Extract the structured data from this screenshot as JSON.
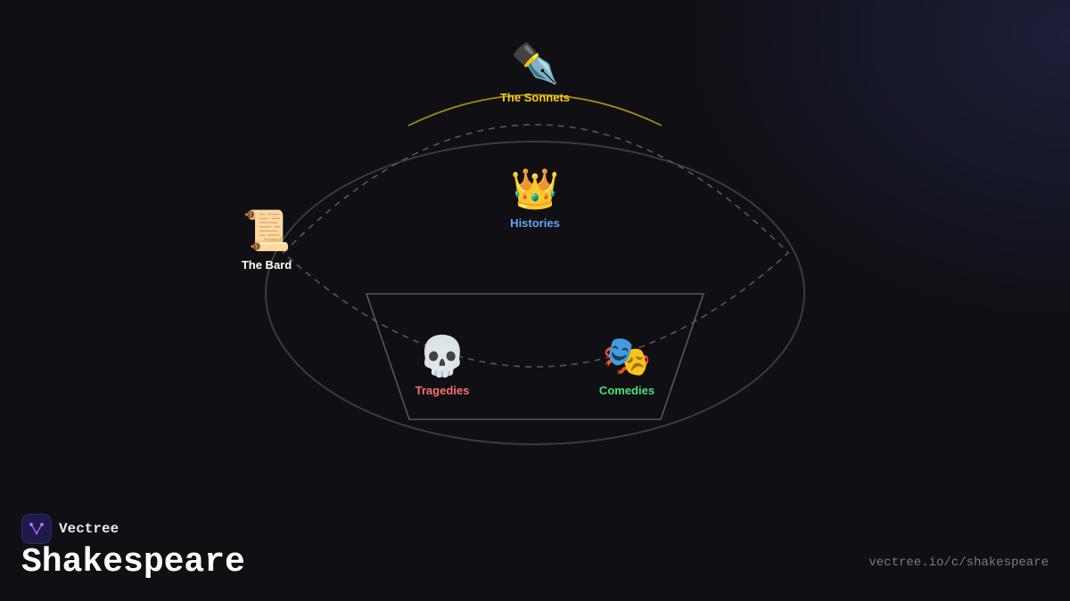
{
  "nodes": {
    "sonnets": {
      "icon": "fountain-pen",
      "emoji": "✒️",
      "label": "The Sonnets",
      "color": "#facc15"
    },
    "histories": {
      "icon": "crown",
      "emoji": "👑",
      "label": "Histories",
      "color": "#60a5fa"
    },
    "bard": {
      "icon": "scroll",
      "emoji": "📜",
      "label": "The Bard",
      "color": "#ffffff"
    },
    "tragedies": {
      "icon": "skull",
      "emoji": "💀",
      "label": "Tragedies",
      "color": "#f87171"
    },
    "comedies": {
      "icon": "performing-arts-masks",
      "emoji": "🎭",
      "label": "Comedies",
      "color": "#4ade80"
    }
  },
  "brand": {
    "name": "Vectree",
    "icon": "vectree-logo",
    "accent": "#a855f7"
  },
  "title": "Shakespeare",
  "url": "vectree.io/c/shakespeare",
  "colors": {
    "background": "#0f0f14",
    "ellipse": "#3a3a40",
    "dashed": "#55555c",
    "arc": "#a38a1c",
    "trapezoid": "#56565c"
  }
}
